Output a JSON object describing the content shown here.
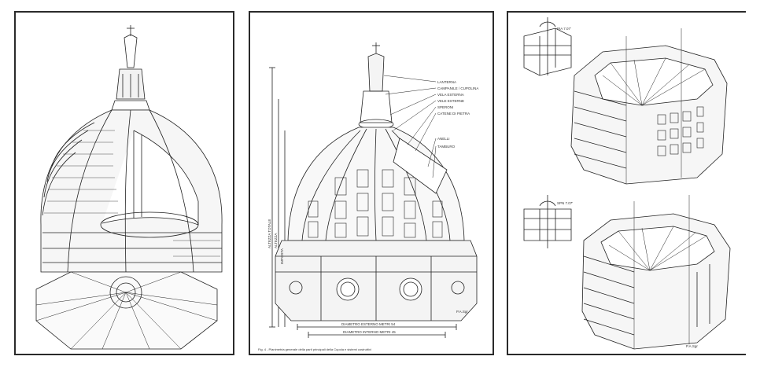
{
  "panels": [
    {
      "id": "panel-1",
      "subject": "cutaway axonometric dome with plan",
      "labels": []
    },
    {
      "id": "panel-2",
      "subject": "labelled exploded dome structure",
      "callouts": [
        "LANTERNA",
        "CAMPANILE / CUPOLINA",
        "VELA ESTERNA",
        "VELE ESTERNE",
        "SPERONI",
        "CATENE DI PIETRA",
        "ANELLI",
        "TAMBURO"
      ],
      "dimension_labels": [
        "DIAMETRO ESTERNO METRI 54",
        "DIAMETRO INTERNO METRI 45"
      ],
      "caption": "Fig. 4 - Planimetria generale della parti principali della Cupola e sistemi costruttivi",
      "signature": "P.A.Sgr",
      "vertical_dim_labels": [
        "ALTEZZA TOTALE",
        "ALTEZZA",
        "IMPOSTA"
      ]
    },
    {
      "id": "panel-3",
      "subject": "masonry ring construction studies",
      "angle_labels": [
        "PIA 7.07'",
        "SPN 7.07'"
      ],
      "signature": "P.A.Sgr"
    }
  ]
}
